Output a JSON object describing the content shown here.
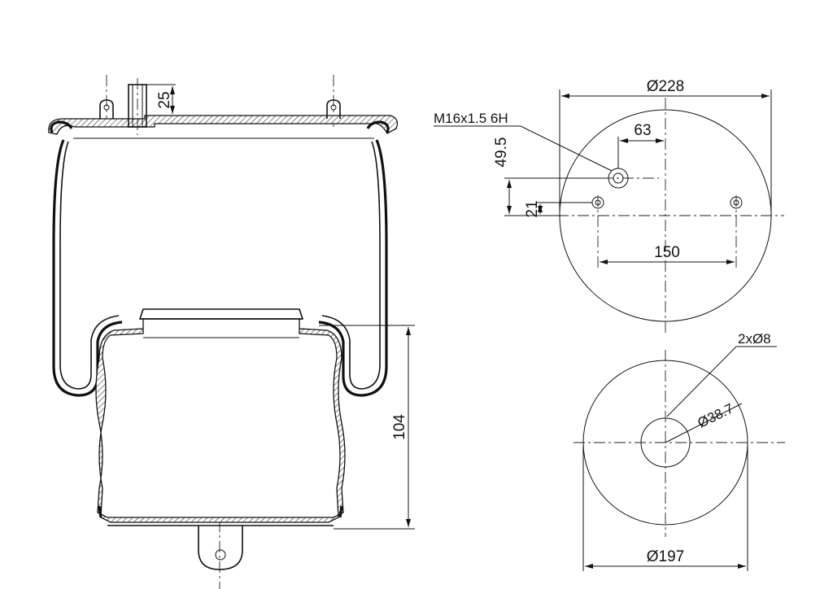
{
  "dimensions": {
    "stud_height": "25",
    "piston_height": "104",
    "top_plate_diameter": "Ø228",
    "stud_offset": "63",
    "stud_offset_y": "49.5",
    "pin_offset_y": "21",
    "pin_spacing": "150",
    "bottom_diameter": "Ø197",
    "bottom_hole_diameter": "Ø38.7"
  },
  "callouts": {
    "thread": "M16x1.5 6H",
    "bottom_holes": "2xØ8"
  }
}
